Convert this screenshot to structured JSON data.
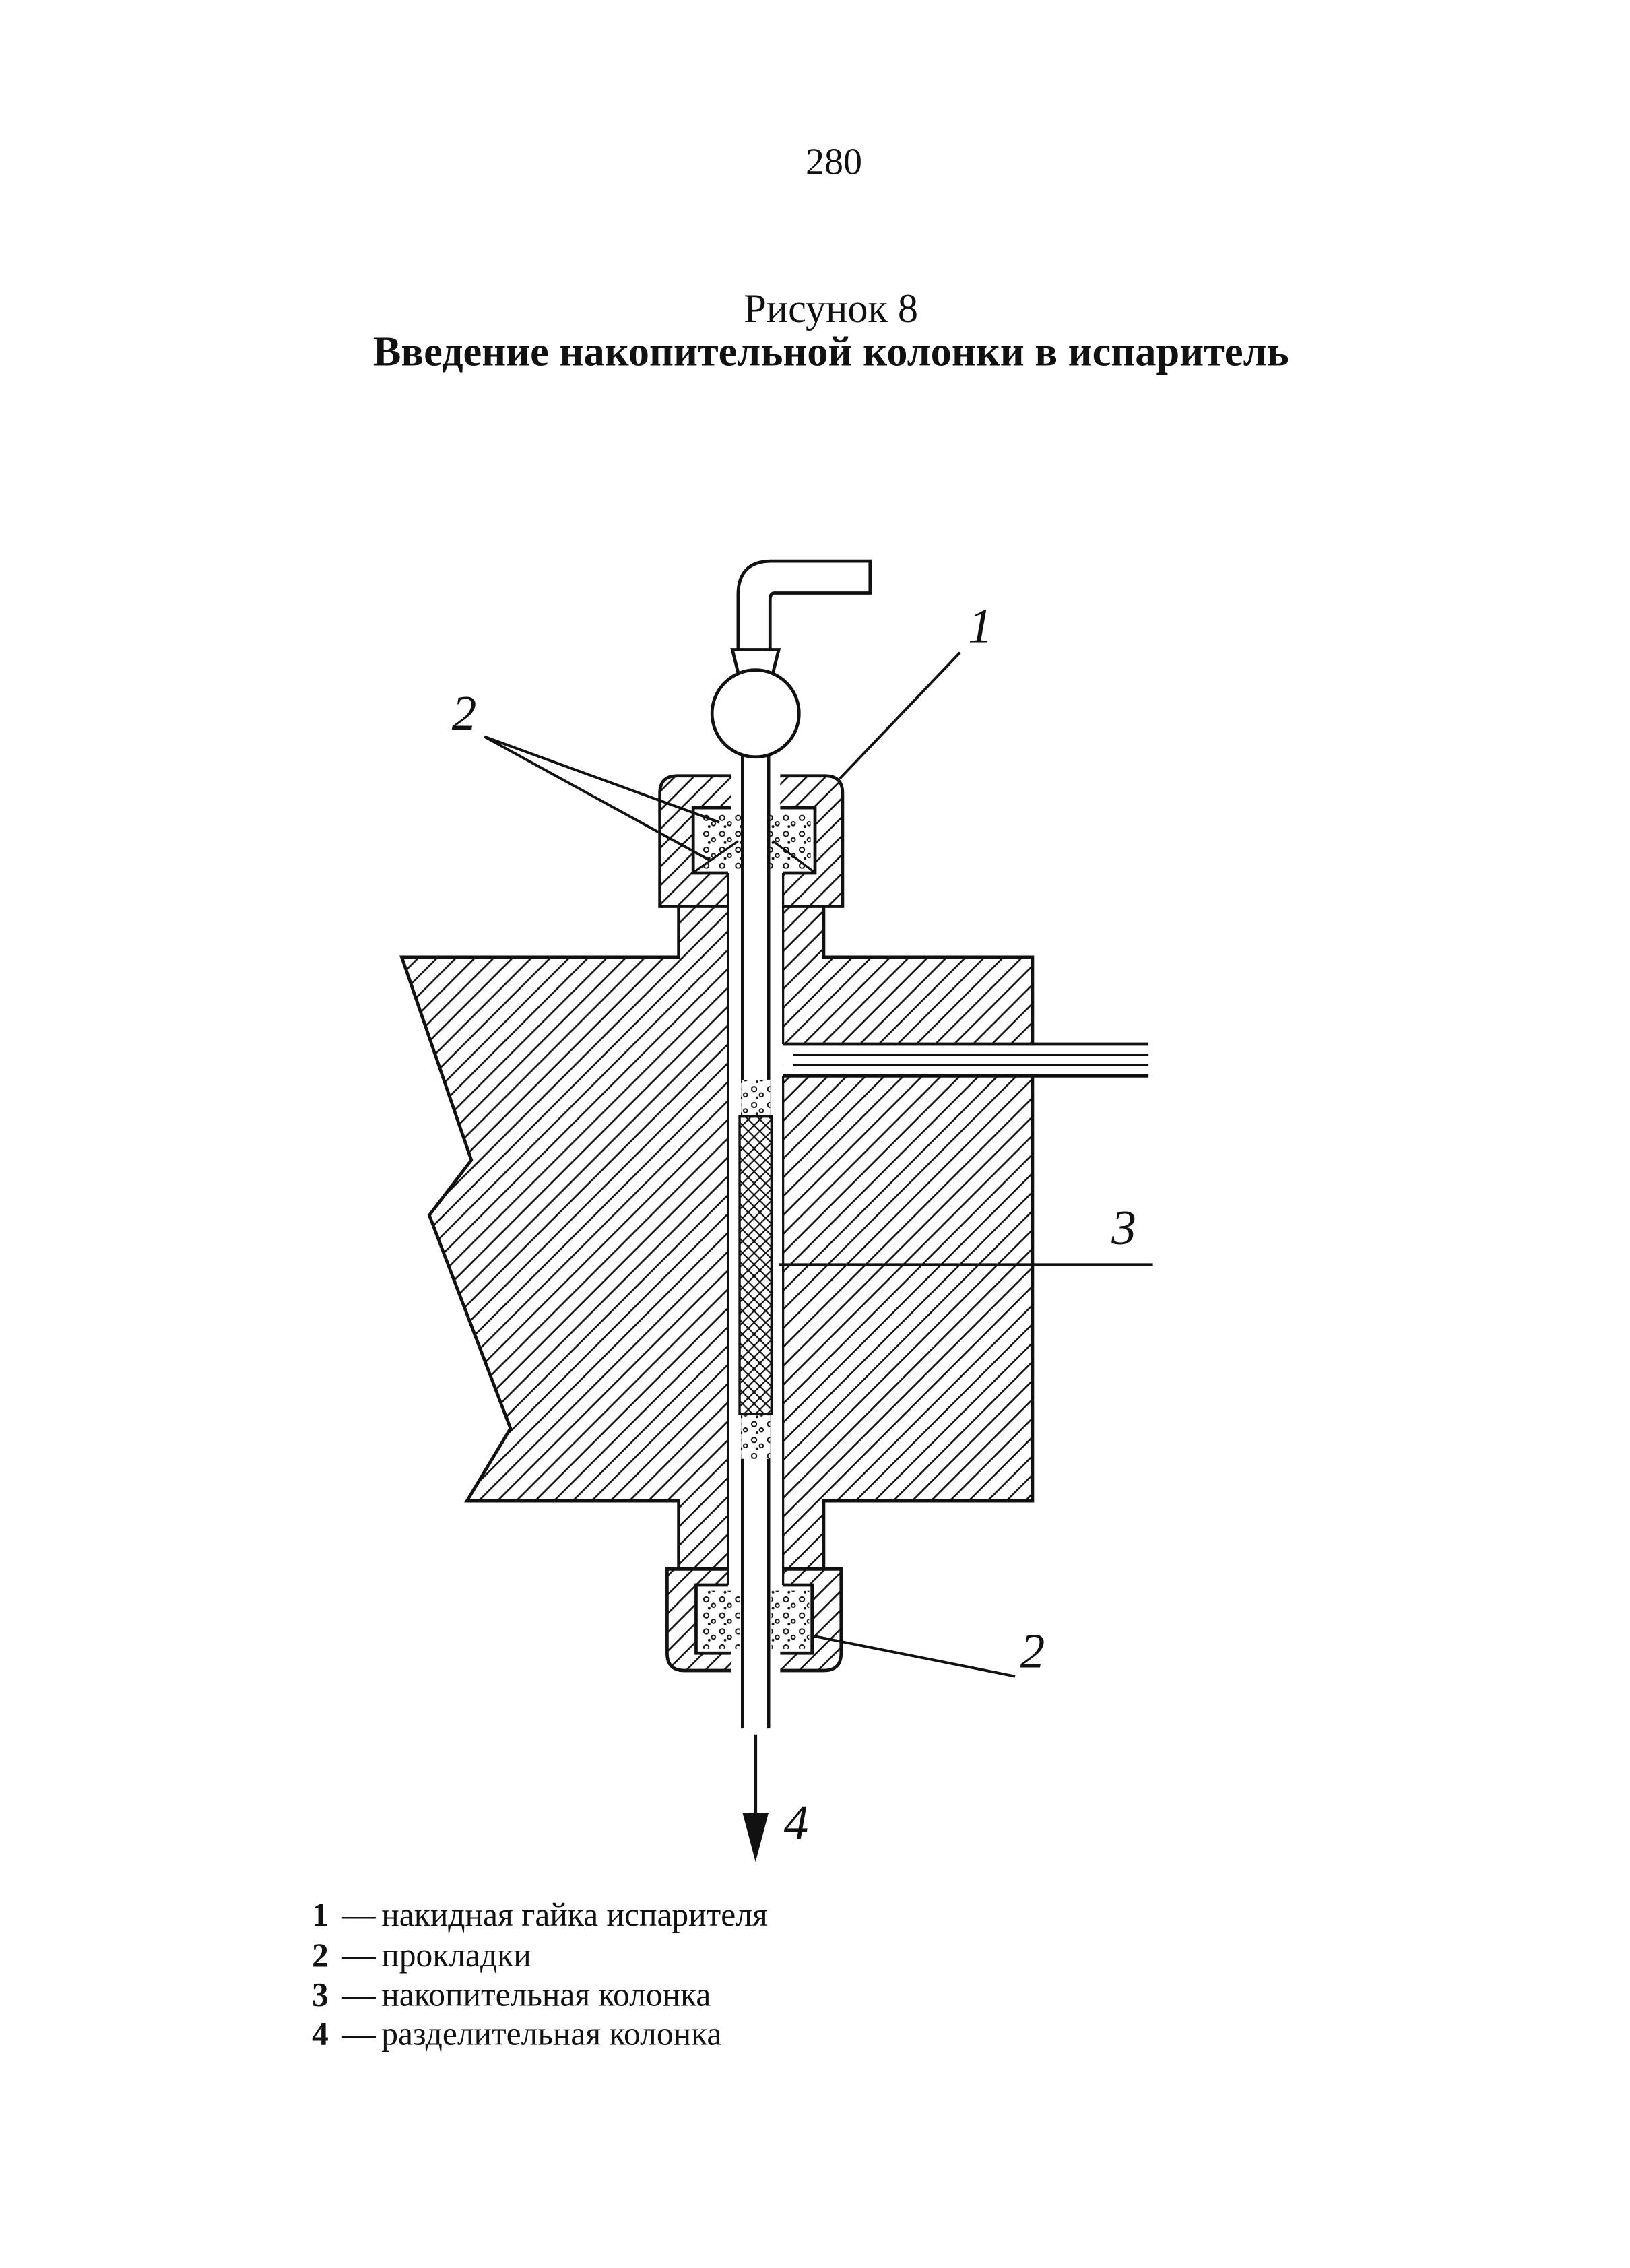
{
  "page": {
    "number": "280"
  },
  "figure": {
    "caption": "Рисунок 8",
    "title": "Введение накопительной колонки в испаритель"
  },
  "callouts": {
    "union_nut": "1",
    "gaskets_top": "2",
    "accumulation_column": "3",
    "gaskets_bottom": "2",
    "separation_column": "4"
  },
  "legend": {
    "dash": "—",
    "items": [
      {
        "num": "1",
        "label": "накидная гайка испарителя"
      },
      {
        "num": "2",
        "label": "прокладки"
      },
      {
        "num": "3",
        "label": "накопительная колонка"
      },
      {
        "num": "4",
        "label": "разделительная колонка"
      }
    ]
  },
  "colors": {
    "ink": "#111111",
    "paper": "#ffffff"
  }
}
